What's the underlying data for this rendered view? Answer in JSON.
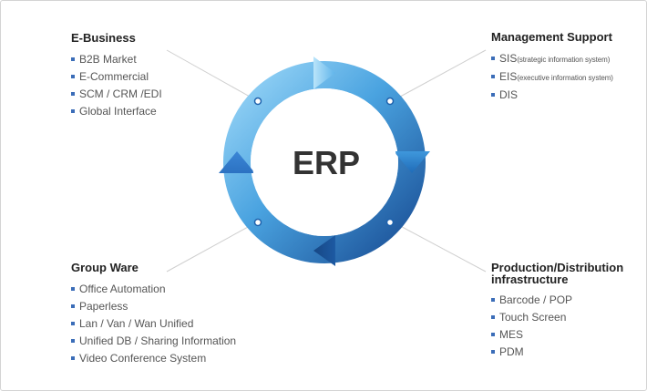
{
  "center_label": "ERP",
  "colors": {
    "ring_light": "#8fd0f5",
    "ring_mid": "#4aa3e0",
    "ring_dark": "#1f5fa8",
    "bullet": "#3b6db8",
    "connector": "#c9c9c9"
  },
  "e_business": {
    "title": "E-Business",
    "items": [
      "B2B Market",
      "E-Commercial",
      "SCM / CRM /EDI",
      "Global Interface"
    ]
  },
  "management_support": {
    "title": "Management Support",
    "items": [
      {
        "main": "SIS",
        "sub": "(strategic information system)"
      },
      {
        "main": "EIS",
        "sub": "(executive information system)"
      },
      {
        "main": "DIS",
        "sub": ""
      }
    ]
  },
  "group_ware": {
    "title": "Group Ware",
    "items": [
      "Office Automation",
      "Paperless",
      "Lan / Van / Wan Unified",
      "Unified DB / Sharing Information",
      "Video Conference System"
    ]
  },
  "production_distribution": {
    "title_line1": "Production/Distribution",
    "title_line2": "infrastructure",
    "items": [
      "Barcode / POP",
      "Touch Screen",
      "MES",
      "PDM"
    ]
  }
}
